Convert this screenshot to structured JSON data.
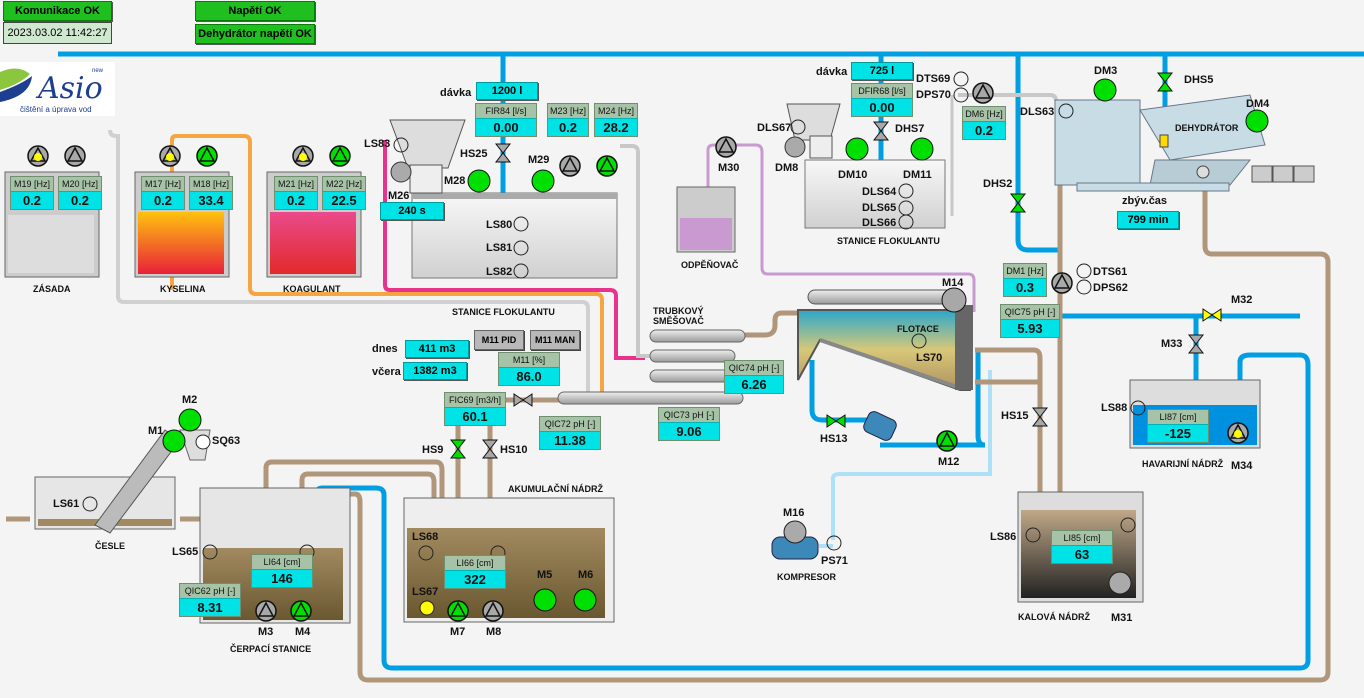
{
  "status": {
    "communication": "Komunikace OK",
    "datetime": "2023.03.02 11:42:27",
    "voltage": "Napětí OK",
    "dehydrator_voltage": "Dehydrátor napětí OK"
  },
  "logo": {
    "brand": "Asio",
    "tagline": "čištění a úprava vod",
    "badge": "new"
  },
  "tanks": {
    "zasada": "ZÁSADA",
    "kyselina": "KYSELINA",
    "koagulant": "KOAGULANT",
    "odpenovac": "ODPĚŇOVAČ",
    "stanice_flokulantu_top": "STANICE FLOKULANTU",
    "stanice_flokulantu_mid": "STANICE FLOKULANTU",
    "trubkovy": "TRUBKOVÝ",
    "smesovac": "SMĚŠOVAČ",
    "flotace": "FLOTACE",
    "havarijni": "HAVARIJNÍ NÁDRŽ",
    "cesle": "ČESLE",
    "cerpaci": "ČERPACÍ STANICE",
    "akumulacni": "AKUMULAČNÍ NÁDRŽ",
    "kompresor": "KOMPRESOR",
    "kalova": "KALOVÁ NÁDRŽ",
    "dehydrator": "DEHYDRÁTOR"
  },
  "readouts": {
    "m19": {
      "title": "M19 [Hz]",
      "value": "0.2"
    },
    "m20": {
      "title": "M20 [Hz]",
      "value": "0.2"
    },
    "m17": {
      "title": "M17 [Hz]",
      "value": "0.2"
    },
    "m18": {
      "title": "M18 [Hz]",
      "value": "33.4"
    },
    "m21": {
      "title": "M21 [Hz]",
      "value": "0.2"
    },
    "m22": {
      "title": "M22 [Hz]",
      "value": "22.5"
    },
    "fir84": {
      "title": "FIR84 [l/s]",
      "value": "0.00"
    },
    "m23": {
      "title": "M23 [Hz]",
      "value": "0.2"
    },
    "m24": {
      "title": "M24 [Hz]",
      "value": "28.2"
    },
    "dfir68": {
      "title": "DFIR68 [l/s]",
      "value": "0.00"
    },
    "dm6": {
      "title": "DM6 [Hz]",
      "value": "0.2"
    },
    "dm1": {
      "title": "DM1 [Hz]",
      "value": "0.3"
    },
    "qic75": {
      "title": "QIC75 pH [-]",
      "value": "5.93"
    },
    "m11": {
      "title": "M11 [%]",
      "value": "86.0"
    },
    "fic69": {
      "title": "FIC69 [m3/h]",
      "value": "60.1"
    },
    "qic72": {
      "title": "QIC72 pH [-]",
      "value": "11.38"
    },
    "qic74": {
      "title": "QIC74 pH [-]",
      "value": "6.26"
    },
    "qic73": {
      "title": "QIC73 pH [-]",
      "value": "9.06"
    },
    "li87": {
      "title": "LI87 [cm]",
      "value": "-125"
    },
    "li64": {
      "title": "LI64 [cm]",
      "value": "146"
    },
    "qic62": {
      "title": "QIC62 pH [-]",
      "value": "8.31"
    },
    "li66": {
      "title": "LI66 [cm]",
      "value": "322"
    },
    "li85": {
      "title": "LI85 [cm]",
      "value": "63"
    }
  },
  "dose": {
    "label1": "dávka",
    "value1": "1200 l",
    "label2": "dávka",
    "value2": "725 l",
    "m26_label": "M26",
    "m26_value": "240 s",
    "remaining_label": "zbýv.čas",
    "remaining_value": "799 min",
    "today_label": "dnes",
    "today_value": "411 m3",
    "yesterday_label": "včera",
    "yesterday_value": "1382 m3"
  },
  "buttons": {
    "m11_pid": "M11 PID",
    "m11_man": "M11 MAN"
  },
  "tags": {
    "ls83": "LS83",
    "hs25": "HS25",
    "m28": "M28",
    "m29": "M29",
    "ls80": "LS80",
    "ls81": "LS81",
    "ls82": "LS82",
    "m30": "M30",
    "dls67": "DLS67",
    "dm8": "DM8",
    "dhs7": "DHS7",
    "dm10": "DM10",
    "dm11": "DM11",
    "dls64": "DLS64",
    "dls65": "DLS65",
    "dls66": "DLS66",
    "dts69": "DTS69",
    "dps70": "DPS70",
    "dm3": "DM3",
    "dhs5": "DHS5",
    "dm4": "DM4",
    "dls63": "DLS63",
    "dhs2": "DHS2",
    "dts61": "DTS61",
    "dps62": "DPS62",
    "m14": "M14",
    "ls70": "LS70",
    "m32": "M32",
    "m33": "M33",
    "ls88": "LS88",
    "m34": "M34",
    "hs13": "HS13",
    "m12": "M12",
    "hs15": "HS15",
    "m1": "M1",
    "m2": "M2",
    "sq63": "SQ63",
    "ls61": "LS61",
    "ls65": "LS65",
    "m3": "M3",
    "m4": "M4",
    "hs9": "HS9",
    "hs10": "HS10",
    "ls68": "LS68",
    "ls67": "LS67",
    "m7": "M7",
    "m8": "M8",
    "m5": "M5",
    "m6": "M6",
    "m16": "M16",
    "ps71": "PS71",
    "ls86": "LS86",
    "m31": "M31"
  },
  "colors": {
    "running": "#00e000",
    "stopped": "#a8a8a8",
    "alarm": "#ffff00",
    "water": "#009fe3",
    "sludge": "#b0967a",
    "readout": "#00e3e6",
    "status_ok": "#1fbf1f"
  }
}
